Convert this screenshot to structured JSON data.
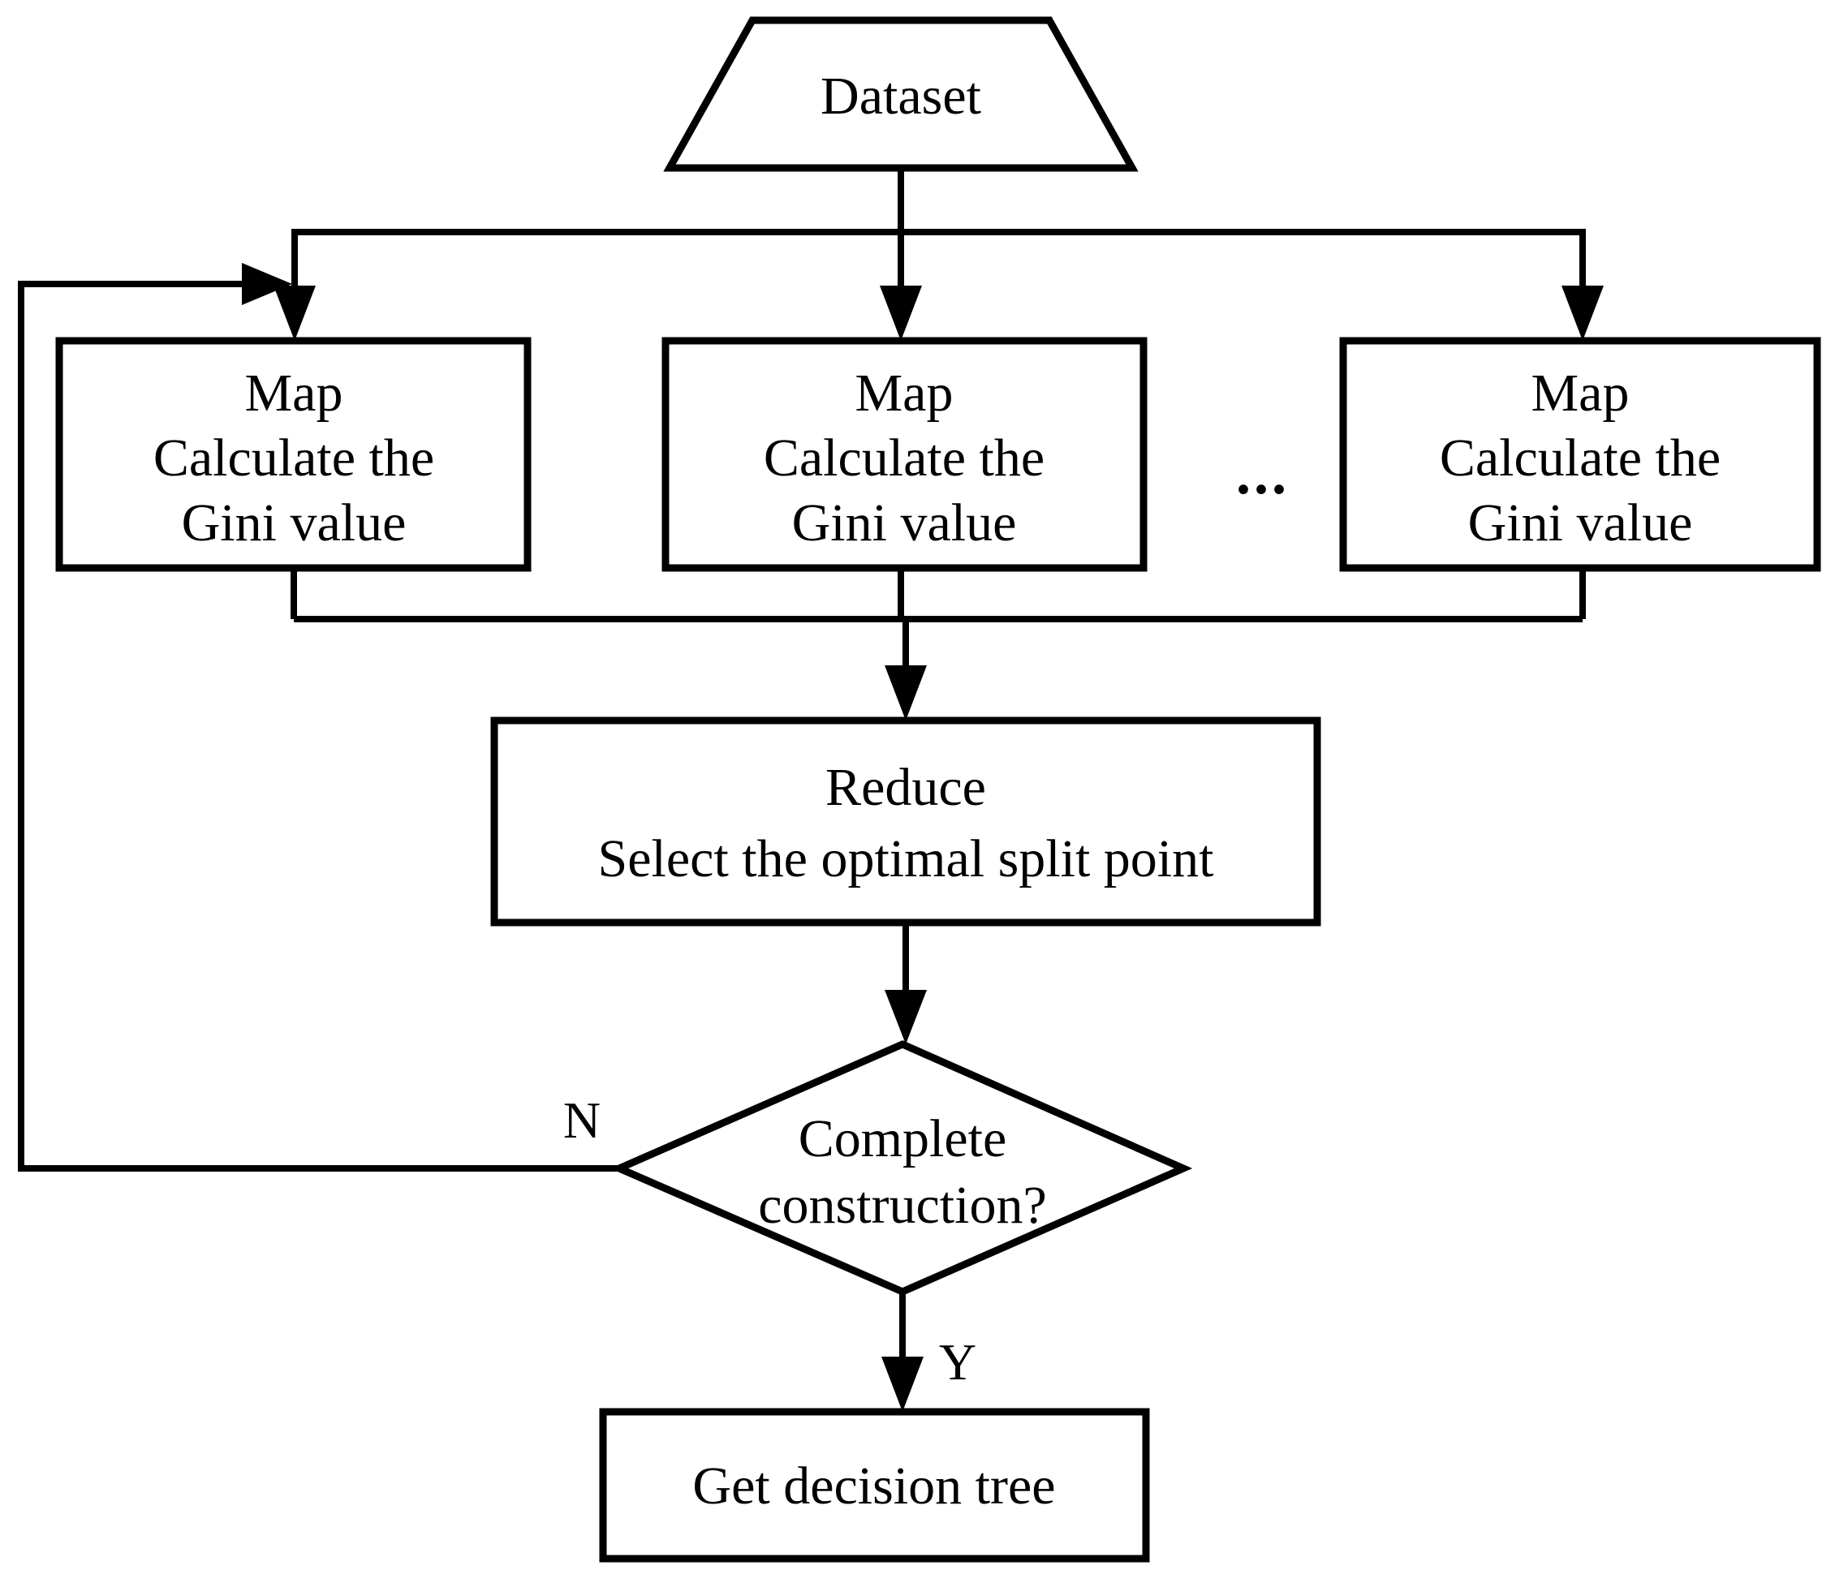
{
  "figure": {
    "type": "flowchart",
    "background_color": "#ffffff",
    "line_color": "#000000",
    "text_color": "#000000",
    "nodes": {
      "dataset": {
        "shape": "parallelogram",
        "label": "Dataset"
      },
      "map1": {
        "shape": "rectangle",
        "lines": [
          "Map",
          "Calculate the",
          "Gini value"
        ]
      },
      "map2": {
        "shape": "rectangle",
        "lines": [
          "Map",
          "Calculate the",
          "Gini value"
        ]
      },
      "map3": {
        "shape": "rectangle",
        "lines": [
          "Map",
          "Calculate the",
          "Gini value"
        ]
      },
      "ellipsis": "...",
      "reduce": {
        "shape": "rectangle",
        "lines": [
          "Reduce",
          "Select the optimal split point"
        ]
      },
      "decision": {
        "shape": "diamond",
        "lines": [
          "Complete",
          "construction?"
        ]
      },
      "result": {
        "shape": "rectangle",
        "label": "Get decision tree"
      }
    },
    "edge_labels": {
      "no": "N",
      "yes": "Y"
    }
  }
}
